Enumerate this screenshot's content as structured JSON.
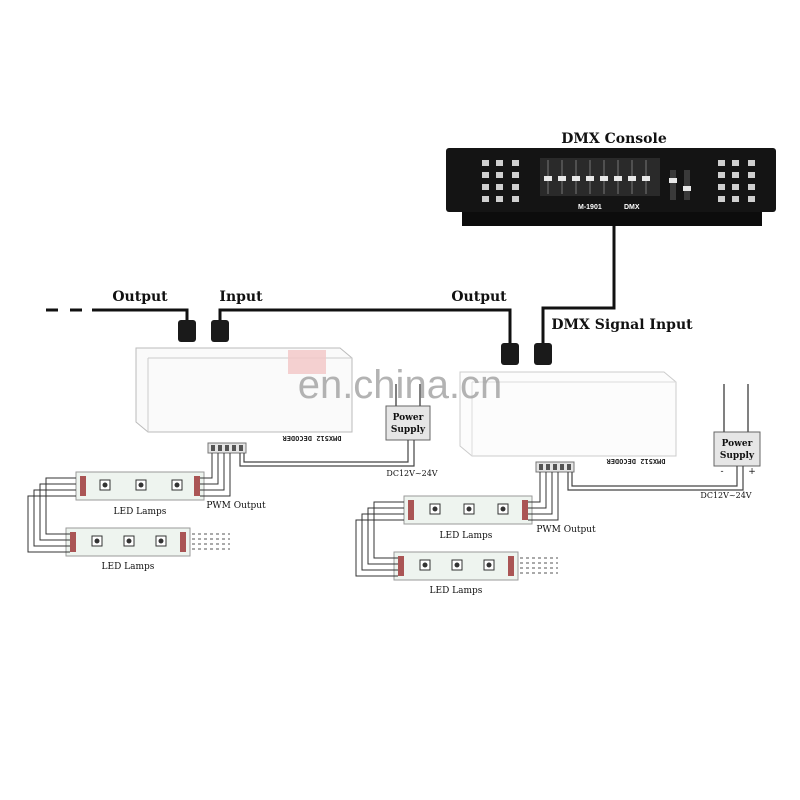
{
  "console": {
    "title": "DMX Console",
    "model_text": "M-1901",
    "dmx_text": "DMX"
  },
  "labels": {
    "output_left": "Output",
    "input_left": "Input",
    "output_right": "Output",
    "dmx_signal_input": "DMX Signal Input",
    "pwm_output_left": "PWM Output",
    "pwm_output_right": "PWM Output",
    "led_lamps_1": "LED Lamps",
    "led_lamps_2": "LED Lamps",
    "led_lamps_3": "LED Lamps",
    "led_lamps_4": "LED Lamps",
    "decoder_left": "DMX512 DECODER",
    "decoder_right": "DMX512 DECODER",
    "power_supply_left": [
      "Power",
      "Supply"
    ],
    "power_supply_right": [
      "Power",
      "Supply"
    ],
    "dc_left": "DC12V~24V",
    "dc_right": "DC12V~24V",
    "minus": "-",
    "plus": "+"
  },
  "watermark": "en.china.cn"
}
